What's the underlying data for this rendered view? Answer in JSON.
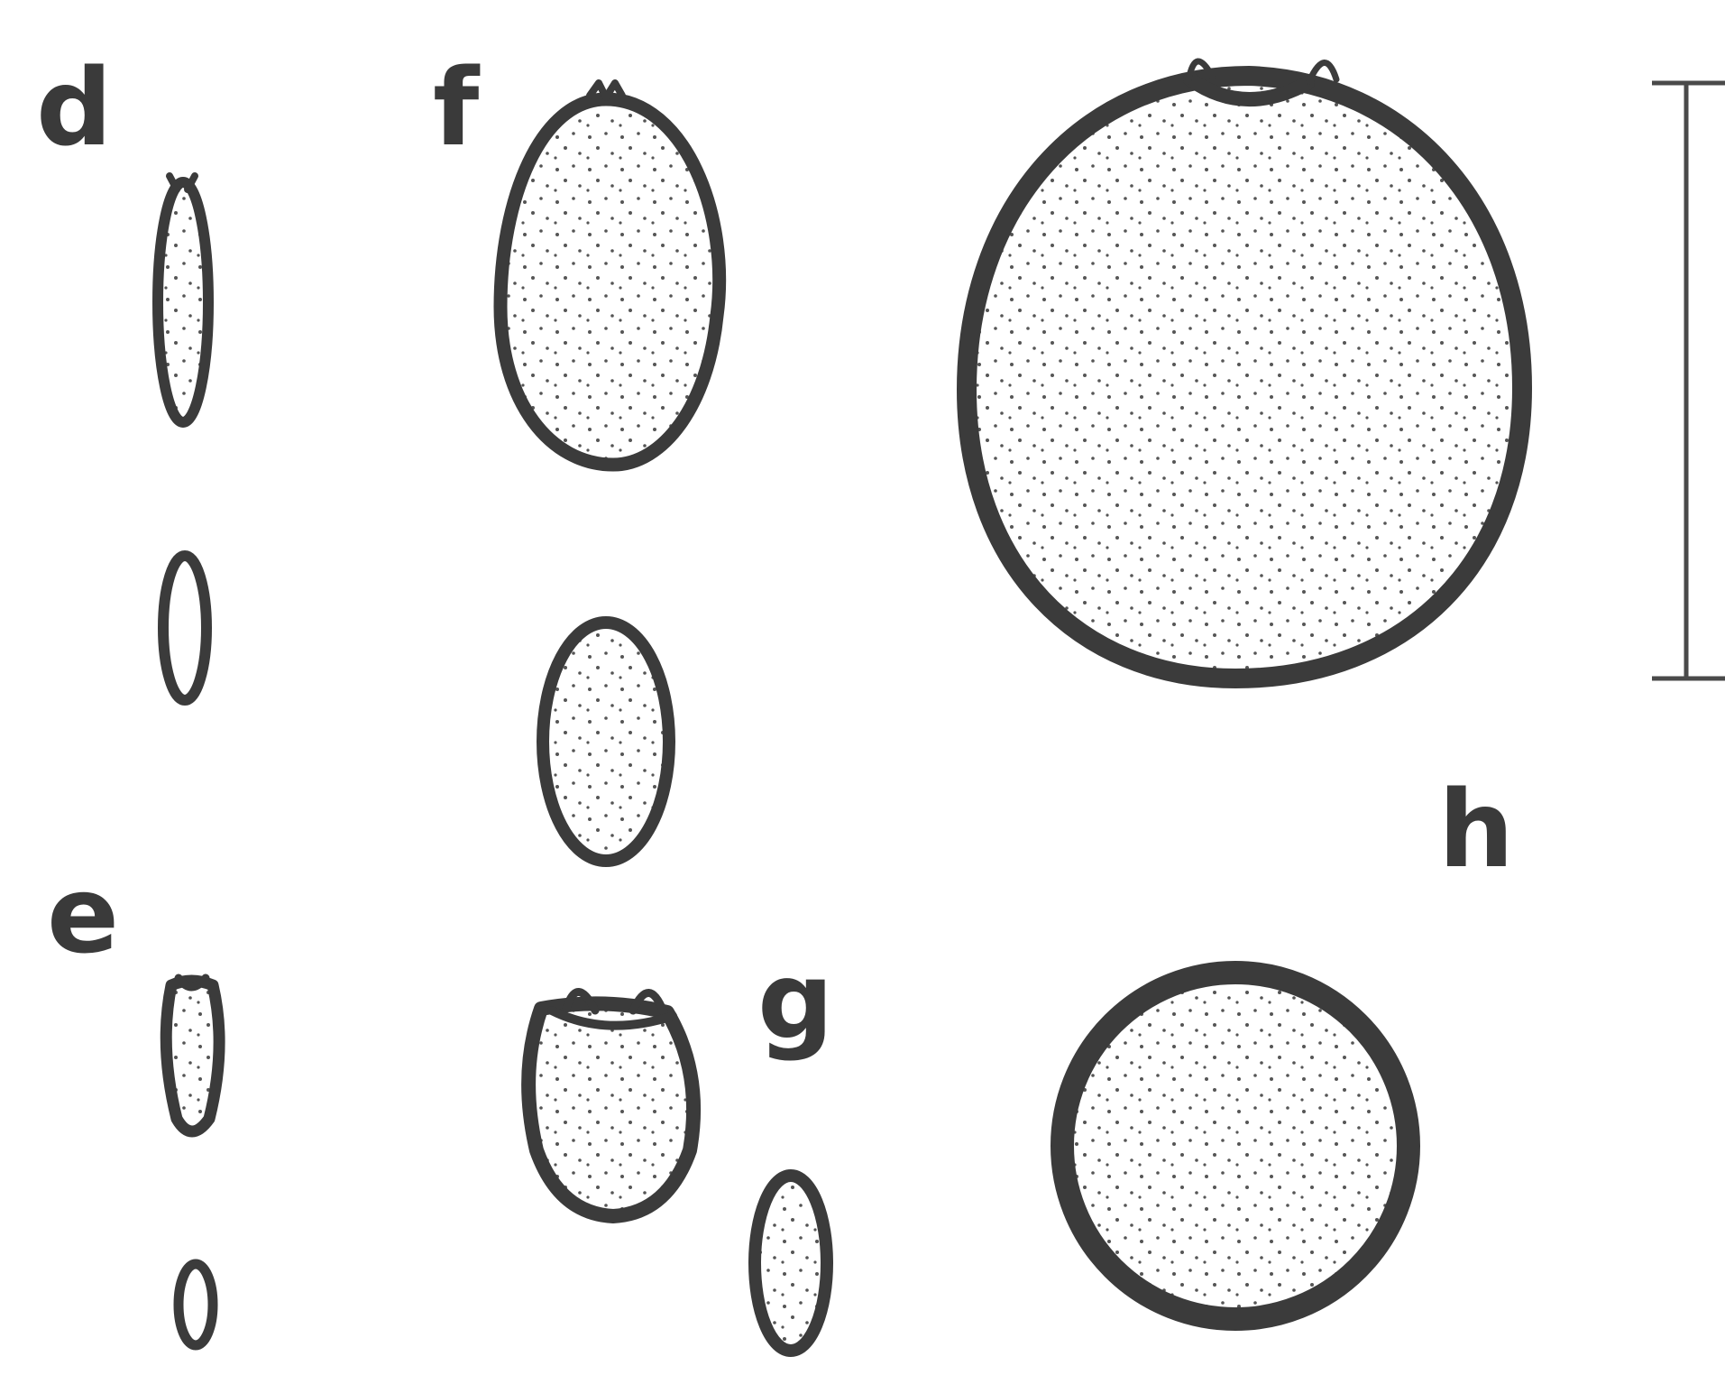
{
  "labels": {
    "d": "d",
    "e": "e",
    "f": "f",
    "g": "g",
    "h": "h"
  },
  "colors": {
    "outline": "#3b3b3b",
    "stipple": "#555555",
    "background": "#ffffff"
  }
}
